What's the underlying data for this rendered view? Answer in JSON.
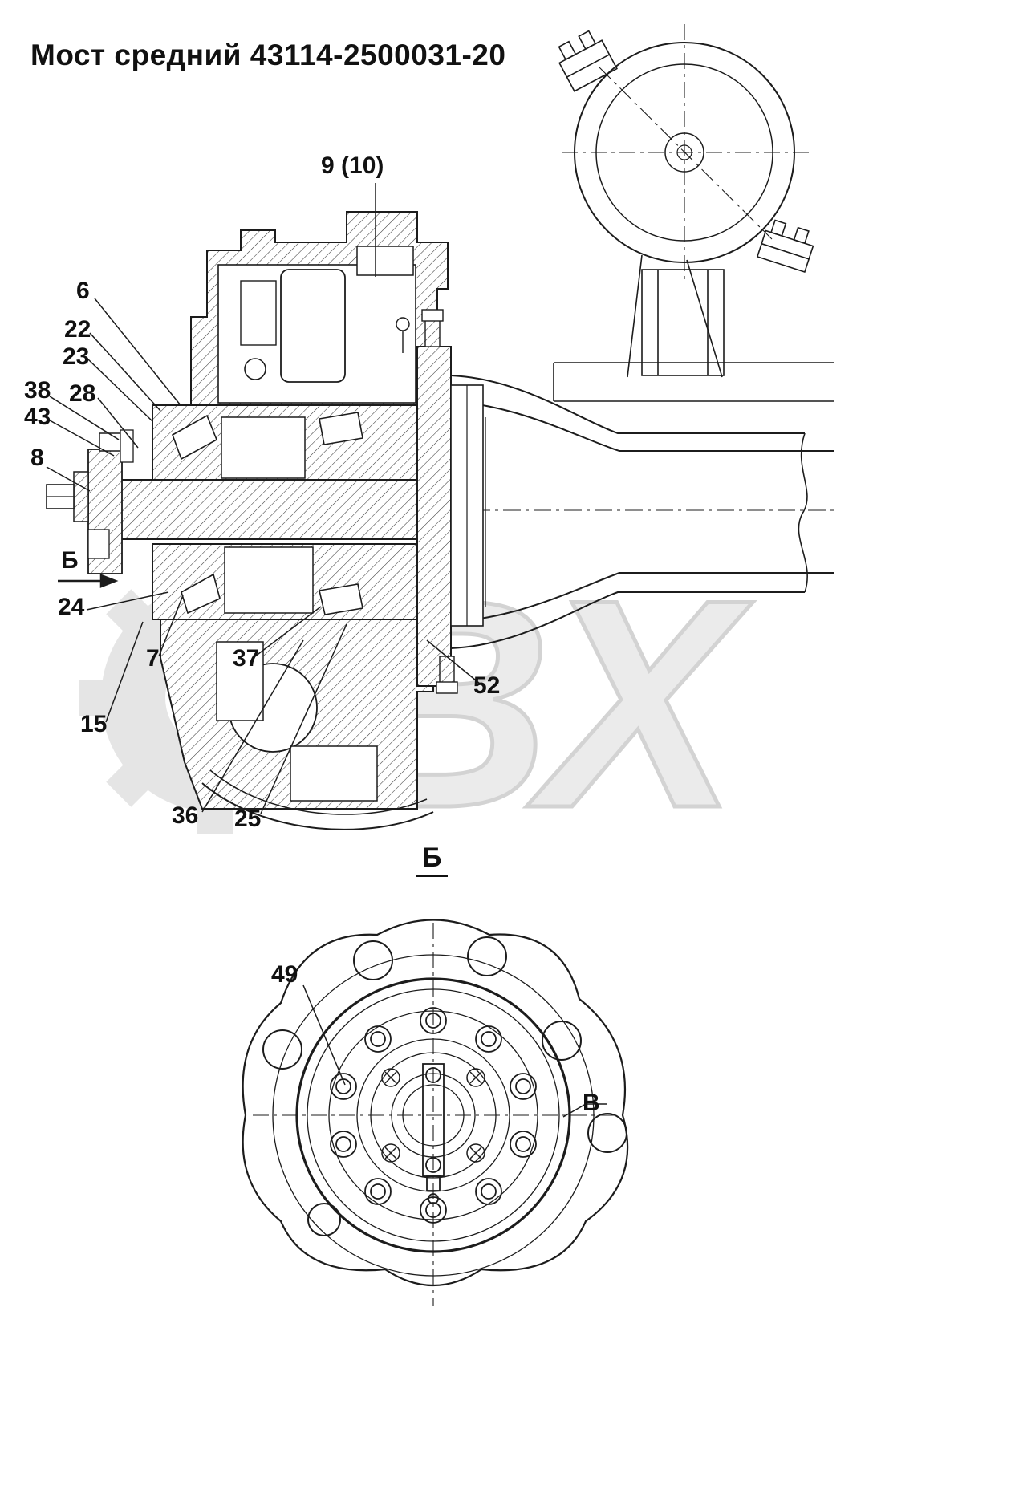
{
  "title": "Мост средний 43114-2500031-20",
  "watermark_text": "ВХ",
  "callouts": {
    "n9_10": "9 (10)",
    "n6": "6",
    "n22": "22",
    "n23": "23",
    "n38": "38",
    "n28": "28",
    "n43": "43",
    "n8": "8",
    "view_arrow": "Б",
    "n24": "24",
    "n7": "7",
    "n37": "37",
    "n15": "15",
    "n36": "36",
    "n25": "25",
    "n52": "52"
  },
  "section_view": {
    "title": "Б",
    "n49": "49",
    "nV": "В"
  },
  "colors": {
    "line": "#1c1c1c",
    "watermark": "#e3e3e3"
  }
}
